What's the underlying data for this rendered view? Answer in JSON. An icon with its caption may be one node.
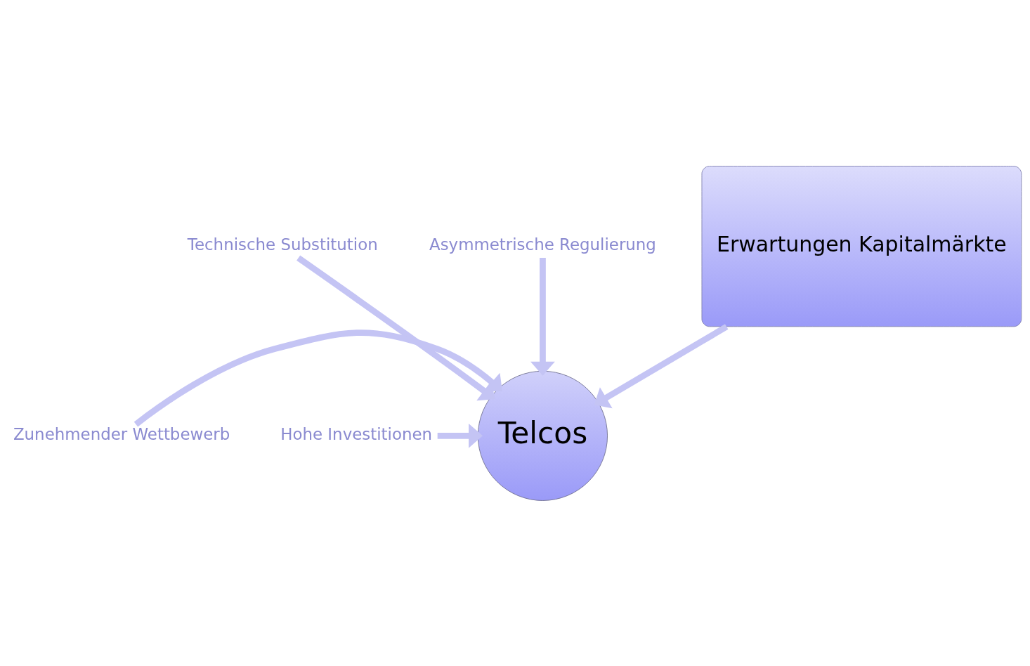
{
  "diagram": {
    "nodes": [
      {
        "text": [
          "Erwartungen Kapitalmärkte"
        ]
      },
      {
        "text": [
          "Asymmetrische Regulierung"
        ]
      },
      {
        "text": [
          "Technische Substitution"
        ]
      },
      {
        "text": [
          "Telcos"
        ]
      },
      {
        "text": [
          "Zunehmender Wettbewerb"
        ]
      },
      {
        "text": [
          "Hohe Investitionen"
        ]
      }
    ],
    "edges": [
      {
        "from": 0,
        "to": 3,
        "arrow": "to"
      },
      {
        "from": 1,
        "to": 3,
        "arrow": "to"
      },
      {
        "from": 2,
        "to": 3,
        "arrow": "to"
      },
      {
        "from": 4,
        "to": 3,
        "arrow": "to"
      },
      {
        "from": 5,
        "to": 3,
        "arrow": "to"
      }
    ]
  }
}
